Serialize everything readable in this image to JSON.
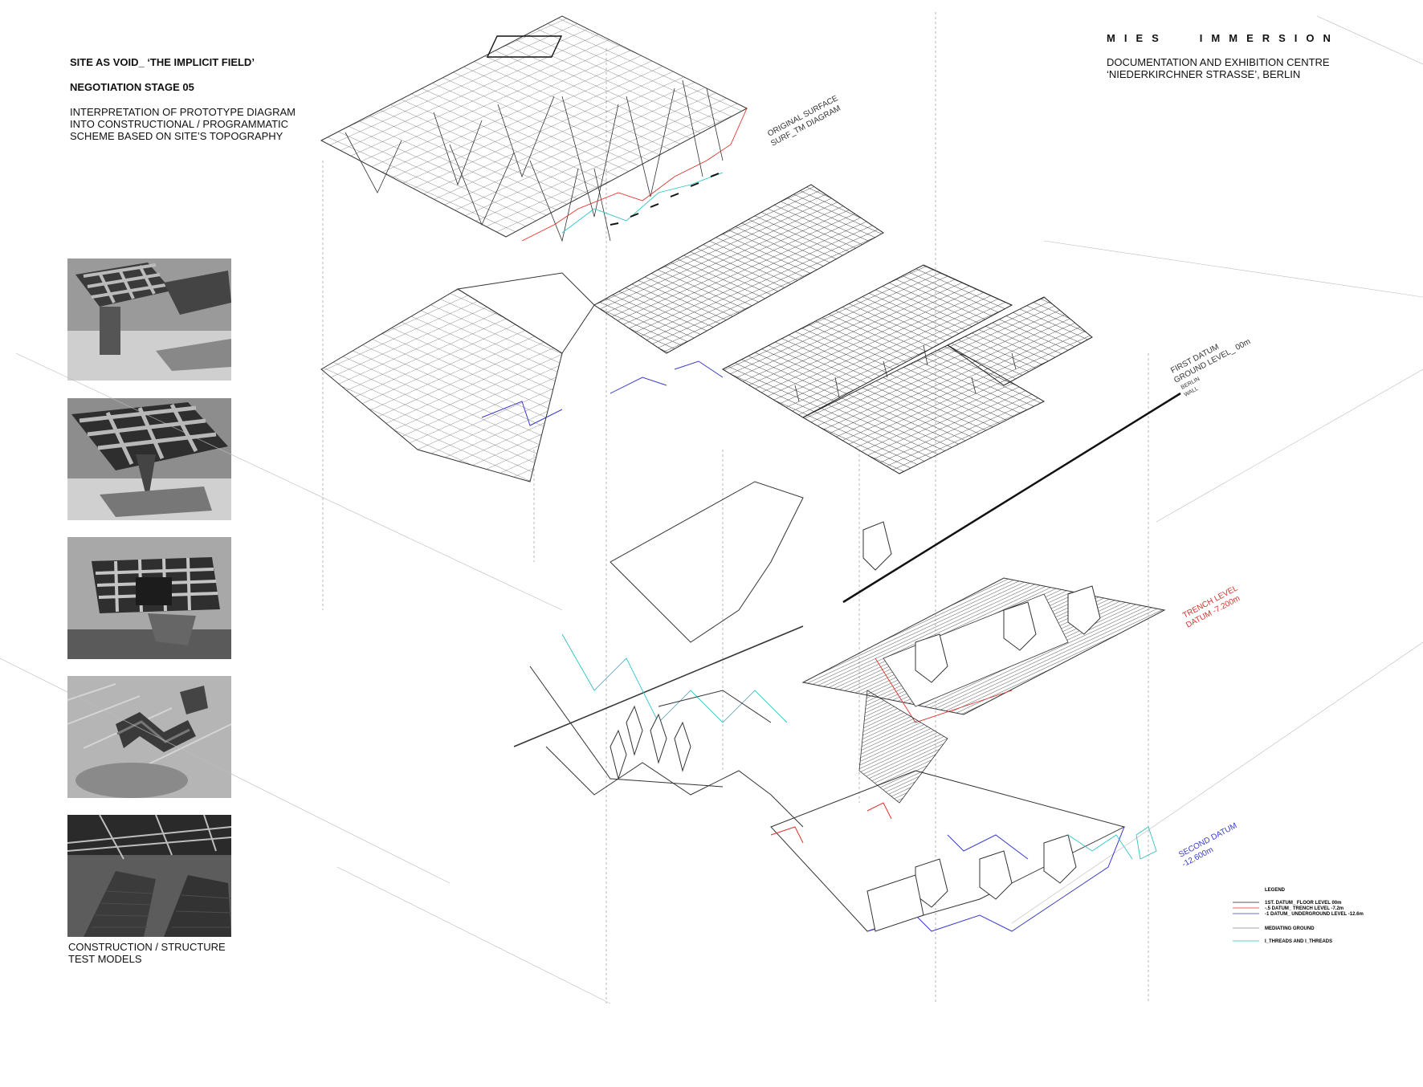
{
  "header_left": {
    "title": "SITE AS VOID_ ‘THE IMPLICIT FIELD’",
    "stage": "NEGOTIATION STAGE 05",
    "description_lines": [
      "INTERPRETATION OF PROTOTYPE DIAGRAM",
      "INTO CONSTRUCTIONAL / PROGRAMMATIC",
      "SCHEME BASED ON SITE’S TOPOGRAPHY"
    ]
  },
  "header_right": {
    "project_word1": "MIES",
    "project_word2": "IMMERSION",
    "subtitle_lines": [
      "DOCUMENTATION AND EXHIBITION CENTRE",
      "‘NIEDERKIRCHNER STRASSE’,  BERLIN"
    ]
  },
  "photos": {
    "caption_lines": [
      "CONSTRUCTION / STRUCTURE",
      "TEST MODELS"
    ],
    "count": 5
  },
  "annotations": {
    "original_surface": [
      "ORIGINAL SURFACE",
      "SURF_TM  DIAGRAM"
    ],
    "first_datum": [
      "FIRST DATUM",
      "GROUND LEVEL_ 00m"
    ],
    "berlin_wall": [
      "BERLIN",
      "WALL"
    ],
    "trench_level": [
      "TRENCH LEVEL",
      "DATUM  -7.200m"
    ],
    "second_datum": [
      "SECOND DATUM",
      "-12.600m"
    ]
  },
  "legend": {
    "title": "LEGEND",
    "items": [
      {
        "label": "1ST. DATUM_ FLOOR LEVEL 00m",
        "color": "#222222"
      },
      {
        "label": "-.5 DATUM_ TRENCH LEVEL -7.2m",
        "color": "#e0302a"
      },
      {
        "label": "-1 DATUM_ UNDERGROUND LEVEL -12.6m",
        "color": "#3a3ad0"
      },
      {
        "label": "MEDIATING GROUND",
        "color": "#888888"
      },
      {
        "label": "I_THREADS AND I_THREADS",
        "color": "#2fc4c0"
      }
    ]
  },
  "colors": {
    "trench": "#e0302a",
    "second_datum": "#3a3ad0",
    "threads": "#2fc4c0",
    "line": "#333333"
  }
}
